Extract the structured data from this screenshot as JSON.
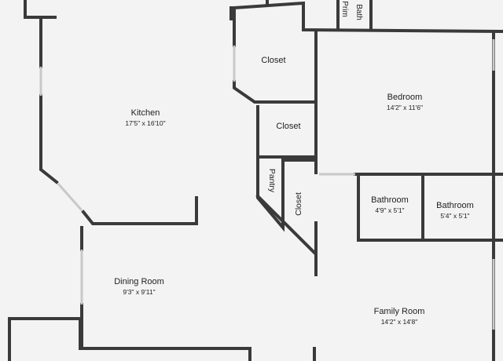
{
  "plan": {
    "colors": {
      "wall": "#3a3a3a",
      "floor": "#f3f3f3",
      "window": "#c8c8c8",
      "text": "#222222"
    },
    "rooms": {
      "kitchen": {
        "name": "Kitchen",
        "dims": "17'5\" x 16'10\""
      },
      "bedroom": {
        "name": "Bedroom",
        "dims": "14'2\" x 11'6\""
      },
      "dining": {
        "name": "Dining Room",
        "dims": "9'3\" x 9'11\""
      },
      "family": {
        "name": "Family Room",
        "dims": "14'2\" x 14'8\""
      },
      "bathroom1": {
        "name": "Bathroom",
        "dims": "4'9\" x 5'1\""
      },
      "bathroom2": {
        "name": "Bathroom",
        "dims": "5'4\" x 5'1\""
      },
      "closet1": {
        "name": "Closet"
      },
      "closet2": {
        "name": "Closet"
      },
      "closet3": {
        "name": "Closet"
      },
      "pantry": {
        "name": "Pantry"
      },
      "primary_bath": {
        "name_line1": "Prim",
        "name_line2": "Bath"
      }
    }
  }
}
